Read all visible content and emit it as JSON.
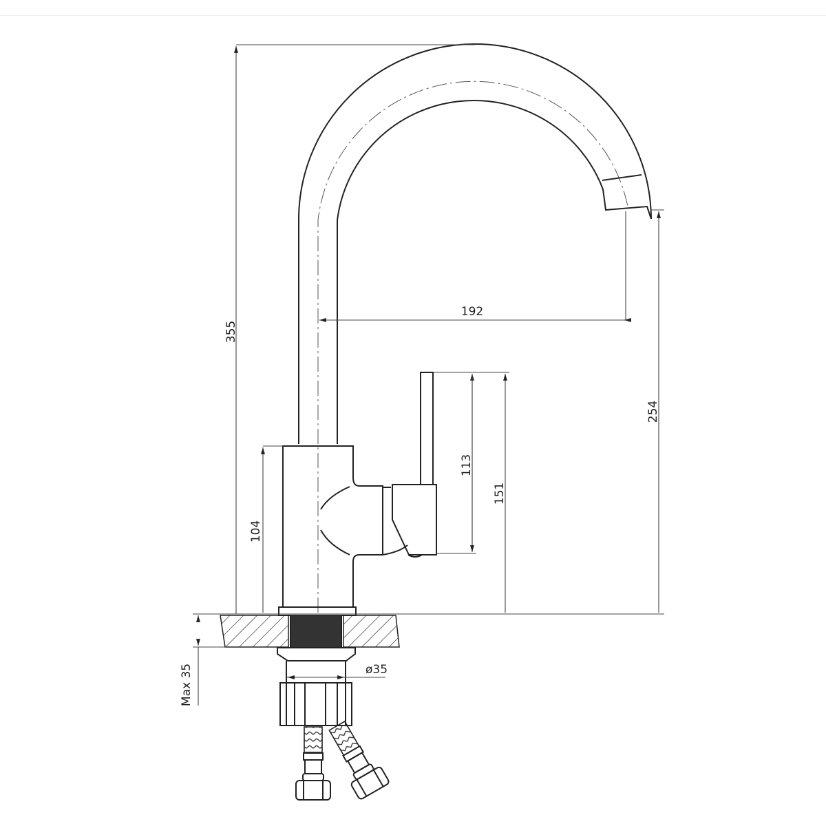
{
  "drawing": {
    "title": "Kitchen faucet technical drawing",
    "units": "mm",
    "dimensions": {
      "total_height": "355",
      "spout_reach": "192",
      "spout_height": "254",
      "lever_length": "113",
      "lever_height": "151",
      "body_height": "104",
      "mounting_hole_diameter": "ø35",
      "max_countertop_thickness": "Max 35"
    },
    "colors": {
      "line": "#222222",
      "dimension_line": "#444444",
      "thread_fill": "#333333",
      "background": "#ffffff"
    }
  }
}
